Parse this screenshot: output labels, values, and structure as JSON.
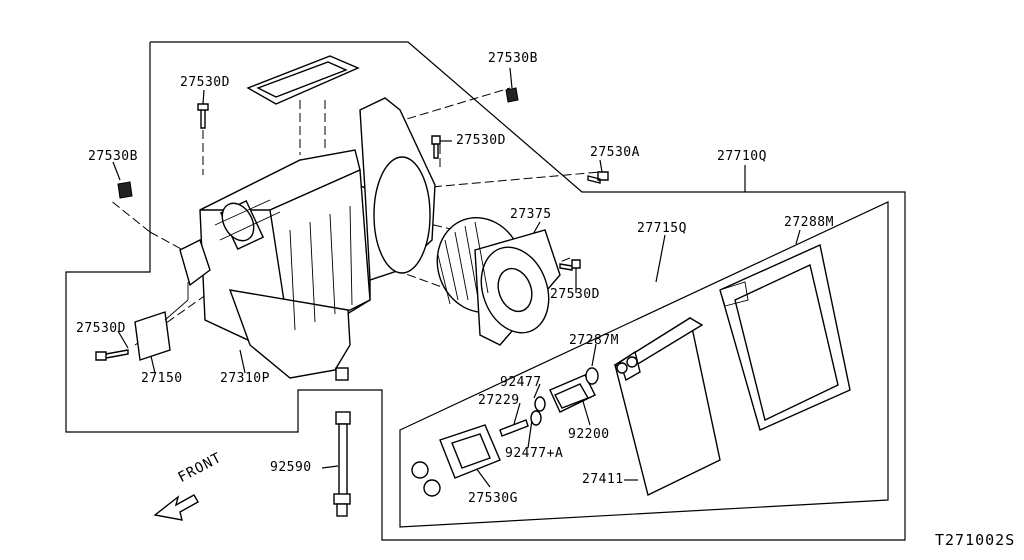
{
  "labels": {
    "p27530B_top": "27530B",
    "p27530D_top": "27530D",
    "p27530B_left": "27530B",
    "p27530D_mid": "27530D",
    "p27530A": "27530A",
    "p27710Q": "27710Q",
    "p27375": "27375",
    "p27715Q": "27715Q",
    "p27288M": "27288M",
    "p27530D_right": "27530D",
    "p27530D_left": "27530D",
    "p27150": "27150",
    "p27310P": "27310P",
    "p27287M": "27287M",
    "p92477": "92477",
    "p27229": "27229",
    "p92200": "92200",
    "p92477A": "92477+A",
    "p92590": "92590",
    "p27411": "27411",
    "p27530G": "27530G"
  },
  "front_text": "FRONT",
  "diagram_code": "T271002S"
}
